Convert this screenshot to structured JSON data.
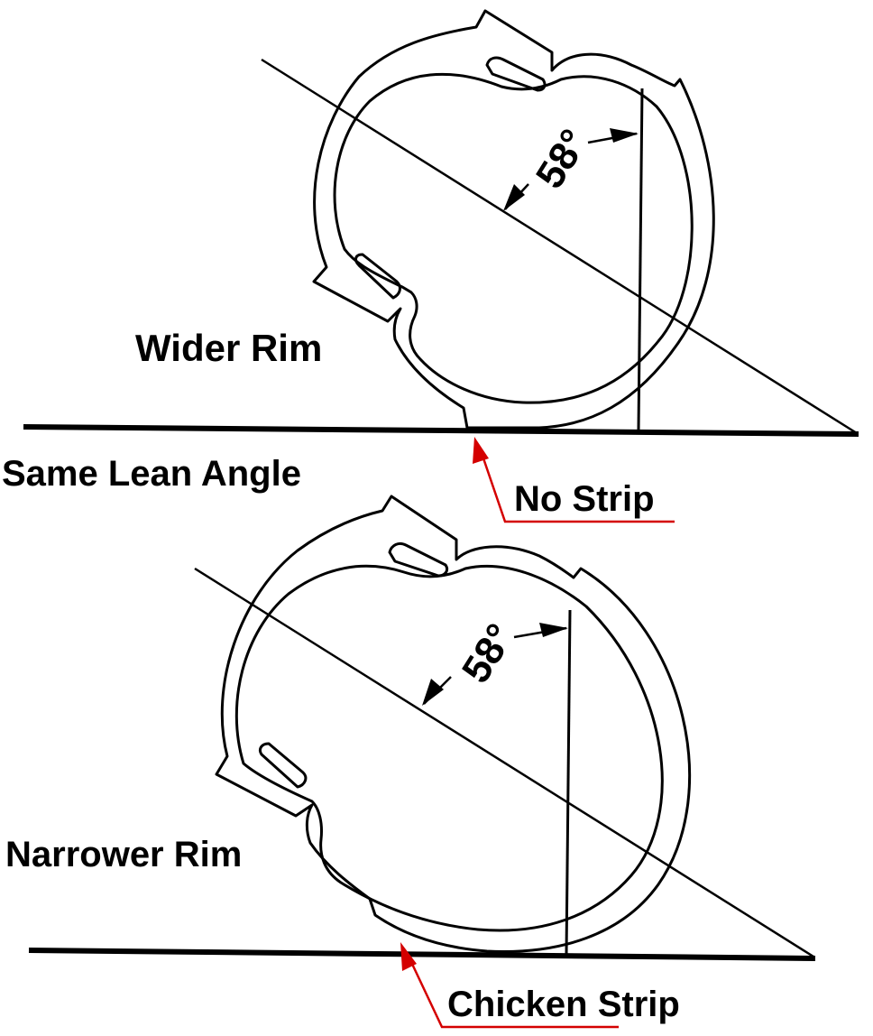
{
  "labels": {
    "wider_rim": "Wider Rim",
    "same_lean_angle": "Same Lean Angle",
    "no_strip": "No Strip",
    "narrower_rim": "Narrower Rim",
    "chicken_strip": "Chicken Strip"
  },
  "angles": {
    "top": "58°",
    "bottom": "58°"
  },
  "colors": {
    "line": "#000000",
    "callout": "#d40000",
    "background": "#ffffff"
  }
}
